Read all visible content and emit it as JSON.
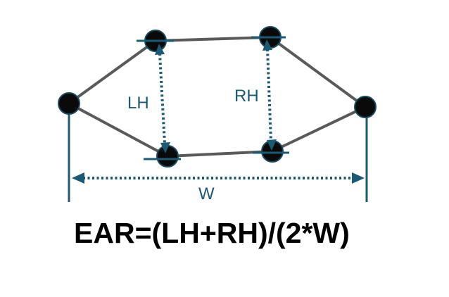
{
  "labels": {
    "left_height": "LH",
    "right_height": "RH",
    "width": "W"
  },
  "formula": "EAR=(LH+RH)/(2*W)",
  "colors": {
    "accent": "#1b5a74",
    "edge": "#5a5a5a",
    "landmark": "#0a0a0a",
    "text": "#000000"
  }
}
